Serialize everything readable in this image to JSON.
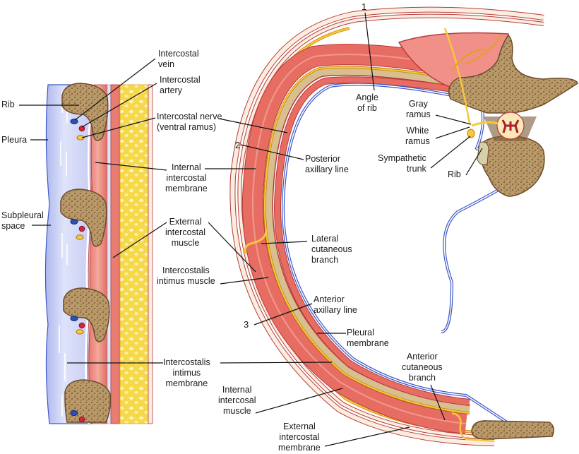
{
  "figure": {
    "title": "Intercostal space anatomy — longitudinal and transverse sections",
    "left_panel": {
      "labels": {
        "rib": "Rib",
        "pleura": "Pleura",
        "subpleural_space": "Subpleural\nspace",
        "intercostal_vein": "Intercostal\nvein",
        "intercostal_artery": "Intercostal\nartery",
        "intercostal_nerve": "Intercostal nerve\n(ventral ramus)",
        "internal_intercostal_membrane": "Internal\nintercostal\nmembrane",
        "external_intercostal_muscle": "External\nintercostal\nmuscle",
        "intercostalis_intimus_muscle": "Intercostalis\nintimus muscle",
        "intercostalis_intimus_membrane": "Intercostalis\nintimus\nmembrane"
      }
    },
    "right_panel": {
      "labels": {
        "marker_1": "1",
        "marker_2": "2",
        "marker_3": "3",
        "angle_of_rib": "Angle\nof rib",
        "posterior_axillary_line": "Posterior\naxillary line",
        "lateral_cutaneous_branch": "Lateral\ncutaneous\nbranch",
        "anterior_axillary_line": "Anterior\naxillary line",
        "pleural_membrane": "Pleural\nmembrane",
        "anterior_cutaneous_branch": "Anterior\ncutaneous\nbranch",
        "internal_intercostal_muscle": "Internal\nintercosal\nmuscle",
        "external_intercostal_membrane": "External\nintercostal\nmembrane",
        "gray_ramus": "Gray\nramus",
        "white_ramus": "White\nramus",
        "sympathetic_trunk": "Sympathetic\ntrunk",
        "rib": "Rib"
      }
    },
    "colors": {
      "muscle": "#e0605f",
      "muscle_light": "#f3a69b",
      "bone": "#b89a6a",
      "bone_dark": "#7a5a35",
      "fat": "#f6d94a",
      "pleura_fill": "#c9cff2",
      "pleura_line": "#3d57c8",
      "nerve": "#f2b32c",
      "vein": "#2c4fb0",
      "artery": "#d0273a",
      "skin": "#fbeee0",
      "skin_line": "#b83a3a"
    }
  }
}
